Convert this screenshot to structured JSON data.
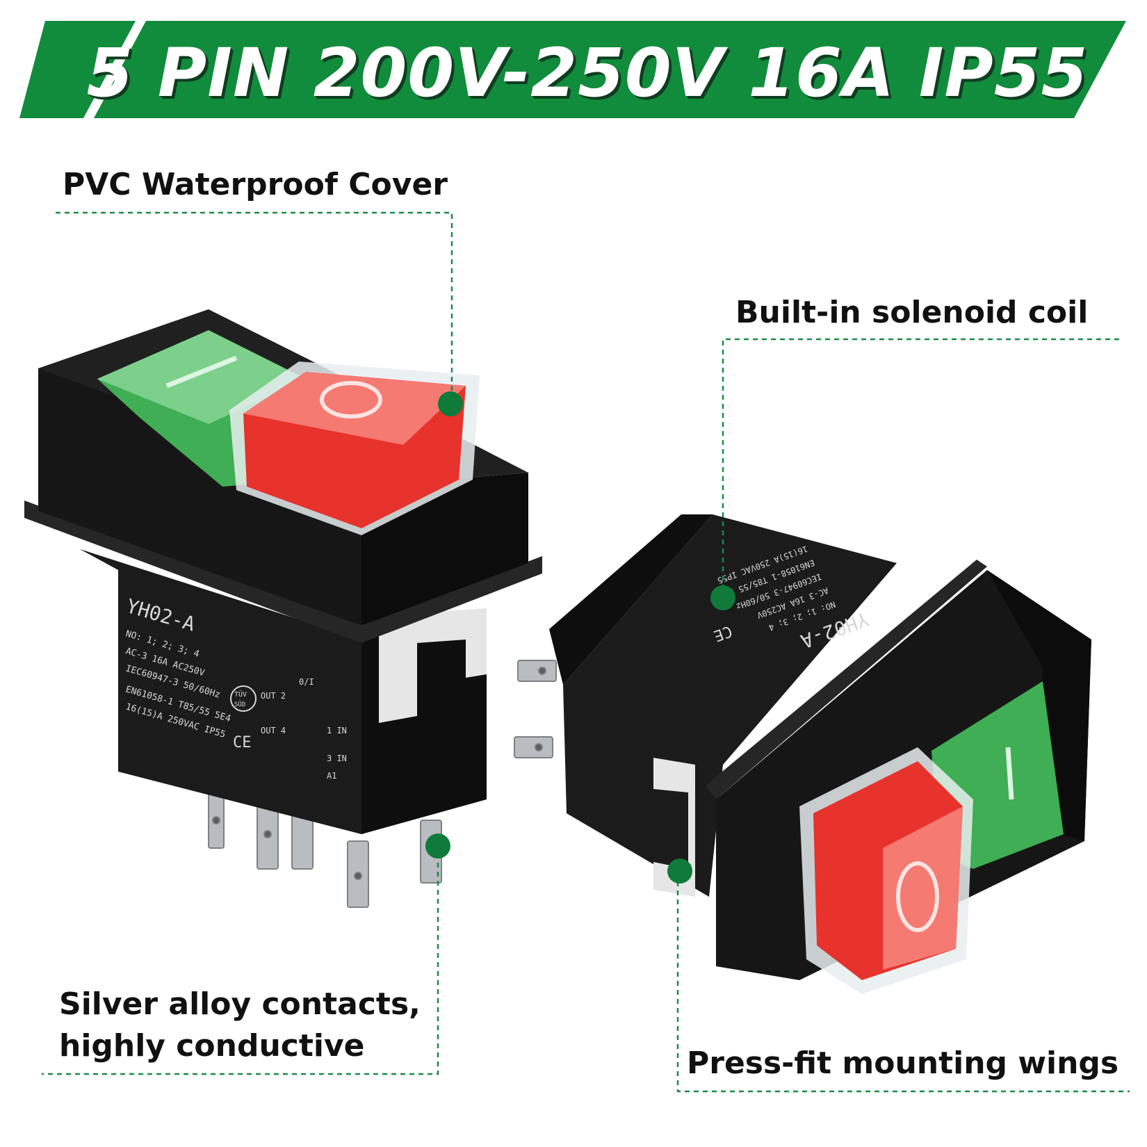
{
  "banner": {
    "title": "5 PIN 200V-250V 16A IP55",
    "color": "#118c3c"
  },
  "callouts": {
    "pvc_cover": "PVC Waterproof Cover",
    "solenoid_coil": "Built-in solenoid coil",
    "silver_contacts_line1": "Silver alloy contacts,",
    "silver_contacts_line2": "highly conductive",
    "mounting_wings": "Press-fit mounting wings"
  },
  "switch_labels": {
    "model": "YH02-A",
    "no": "NO: 1; 2; 3; 4",
    "ac3": "AC-3 16A AC250V",
    "iec": "IEC60947-3 50/60Hz",
    "en": "EN61058-1 T85/55 5E4",
    "rating": "16(15)A 250VAC IP55",
    "tuv_top": "TÜV",
    "tuv_bottom": "SÜD",
    "ce": "CE",
    "out2": "OUT 2",
    "out4": "OUT 4",
    "in1": "1 IN",
    "in3": "3 IN",
    "a1": "A1",
    "oi": "0/I",
    "on_symbol": "I",
    "off_symbol": "O"
  },
  "colors": {
    "accent_green": "#118c3c",
    "dot_green": "#0f7a3a",
    "housing": "#141414",
    "button_red": "#e8322c",
    "button_green": "#3fae54"
  }
}
